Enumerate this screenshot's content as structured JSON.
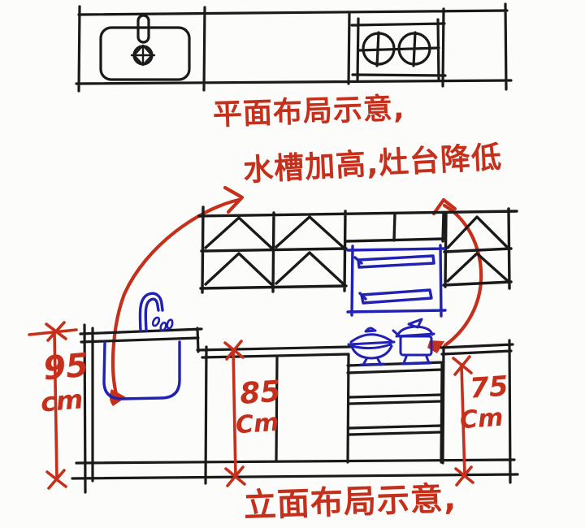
{
  "titles": {
    "plan": "平面布局示意,",
    "elevation": "立面布局示意,"
  },
  "note": "水槽加高,灶台降低",
  "dimensions": {
    "sink": {
      "value": "95",
      "unit": "cm"
    },
    "counter": {
      "value": "85",
      "unit": "Cm"
    },
    "stove": {
      "value": "75",
      "unit": "Cm"
    }
  },
  "colors": {
    "annotation_red": "#c5301c",
    "fixture_blue": "#2121b4",
    "sketch_black": "#1a1a1a",
    "background": "#fcfcfa"
  }
}
